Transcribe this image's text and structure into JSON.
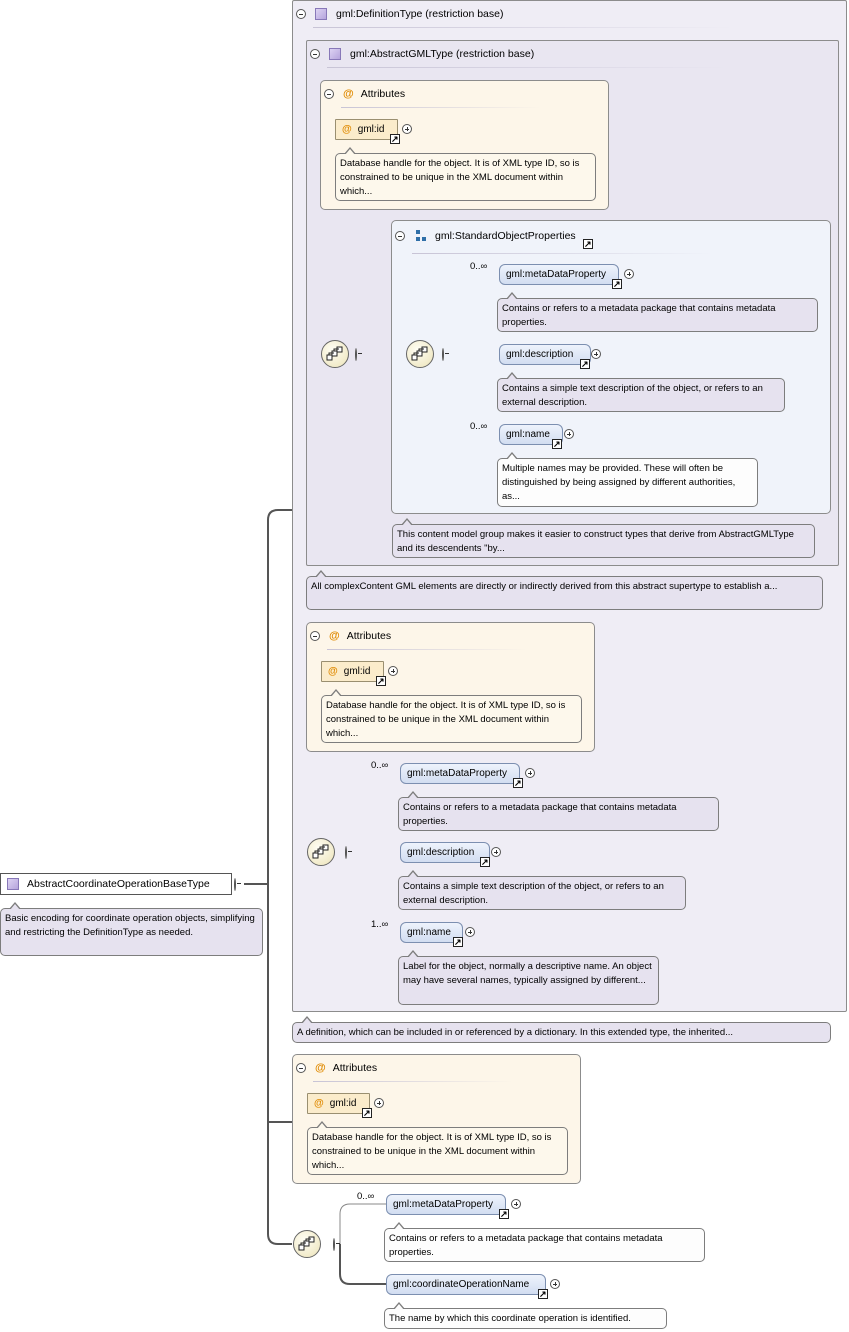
{
  "root": {
    "name": "AbstractCoordinateOperationBaseType",
    "doc": "Basic encoding for coordinate operation objects, simplifying and restricting the DefinitionType as needed."
  },
  "definition_type": {
    "title": "gml:DefinitionType (restriction base)",
    "doc": "A definition, which can be included in or referenced by a dictionary. In this extended type, the inherited..."
  },
  "abstract_gml_type": {
    "title": "gml:AbstractGMLType (restriction base)",
    "doc": "All complexContent GML elements are directly or indirectly derived from this abstract supertype to establish a...",
    "attributes": {
      "label": "Attributes",
      "id": "gml:id",
      "id_doc": "Database handle for the object. It is of XML type ID, so is constrained to be unique in the XML document within which..."
    },
    "standard_object_properties": {
      "title": "gml:StandardObjectProperties",
      "doc": "This content model group makes it easier to construct types that derive from AbstractGMLType and its descendents \"by...",
      "metadata": {
        "name": "gml:metaDataProperty",
        "card": "0..∞",
        "doc": "Contains or refers to a metadata package that contains metadata properties."
      },
      "description": {
        "name": "gml:description",
        "doc": "Contains a simple text description of the object, or refers to an external description."
      },
      "name_el": {
        "name": "gml:name",
        "card": "0..∞",
        "doc": "Multiple names may be provided. These will often be distinguished by being assigned by different authorities, as..."
      }
    }
  },
  "def_attributes": {
    "label": "Attributes",
    "id": "gml:id",
    "id_doc": "Database handle for the object. It is of XML type ID, so is constrained to be unique in the XML document within which..."
  },
  "def_sequence": {
    "metadata": {
      "name": "gml:metaDataProperty",
      "card": "0..∞",
      "doc": "Contains or refers to a metadata package that contains metadata properties."
    },
    "description": {
      "name": "gml:description",
      "doc": "Contains a simple text description of the object, or refers to an external description."
    },
    "name_el": {
      "name": "gml:name",
      "card": "1..∞",
      "doc": "Label for the object, normally a descriptive name. An object may have several names, typically assigned by different..."
    }
  },
  "root_attributes": {
    "label": "Attributes",
    "id": "gml:id",
    "id_doc": "Database handle for the object. It is of XML type ID, so is constrained to be unique in the XML document within which..."
  },
  "root_sequence": {
    "metadata": {
      "name": "gml:metaDataProperty",
      "card": "0..∞",
      "doc": "Contains or refers to a metadata package that contains metadata properties."
    },
    "op_name": {
      "name": "gml:coordinateOperationName",
      "doc": "The name by which this coordinate operation is identified."
    }
  },
  "colors": {
    "frame_border": "#8c8c8c",
    "element_fill": "#d2ddf1",
    "attribute_fill": "#fbeccb",
    "doc_fill": "#e6e2ef",
    "attr_group_fill": "#fdf6e9"
  },
  "icons": {
    "collapse": "minus-circle-icon",
    "expand": "plus-circle-icon",
    "complex_type": "complex-type-icon",
    "attribute": "at-sign-icon",
    "link": "link-arrow-icon",
    "sequence": "sequence-compositor-icon",
    "group": "model-group-icon"
  }
}
